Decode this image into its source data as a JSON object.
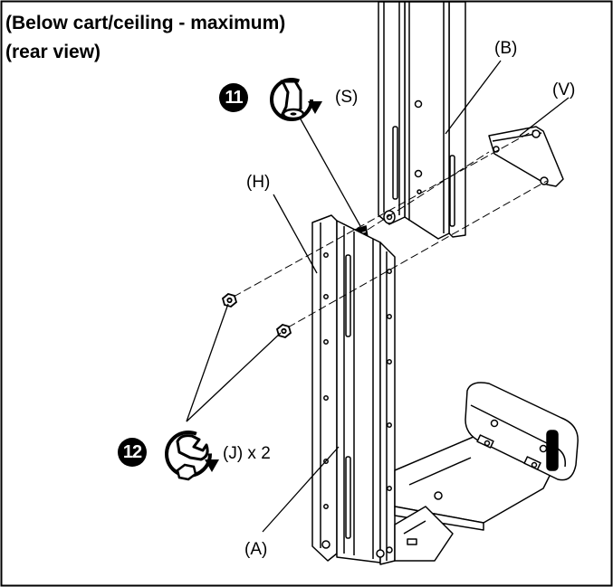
{
  "header": {
    "title_line1": "(Below cart/ceiling - maximum)",
    "title_line2": "(rear view)"
  },
  "steps": [
    {
      "number": "11",
      "tool_icon": "hex-key-icon",
      "direction_icon": "clockwise-arrow-icon"
    },
    {
      "number": "12",
      "tool_icon": "wrench-icon",
      "direction_icon": "clockwise-arrow-icon"
    }
  ],
  "labels": {
    "B": "(B)",
    "V": "(V)",
    "S": "(S)",
    "H": "(H)",
    "J": "(J) x 2",
    "A": "(A)"
  },
  "colors": {
    "line": "#000000",
    "background": "#ffffff",
    "step_badge": "#000000"
  }
}
